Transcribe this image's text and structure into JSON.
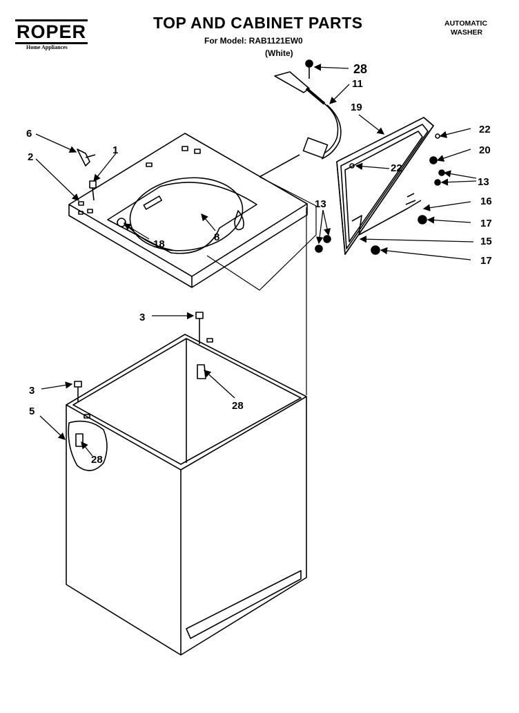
{
  "header": {
    "brand": "ROPER",
    "brand_sub": "Home Appliances",
    "title": "TOP AND CABINET PARTS",
    "model_line": "For Model: RAB1121EW0",
    "color_line": "(White)",
    "product_line1": "AUTOMATIC",
    "product_line2": "WASHER"
  },
  "callouts": {
    "c1": "1",
    "c2": "2",
    "c3a": "3",
    "c3b": "3",
    "c5": "5",
    "c6": "6",
    "c8": "8",
    "c11": "11",
    "c13a": "13",
    "c13b": "13",
    "c15": "15",
    "c16": "16",
    "c17a": "17",
    "c17b": "17",
    "c18": "18",
    "c19": "19",
    "c20": "20",
    "c22a": "22",
    "c22b": "22",
    "c28a": "28",
    "c28b": "28",
    "c28c": "28"
  }
}
